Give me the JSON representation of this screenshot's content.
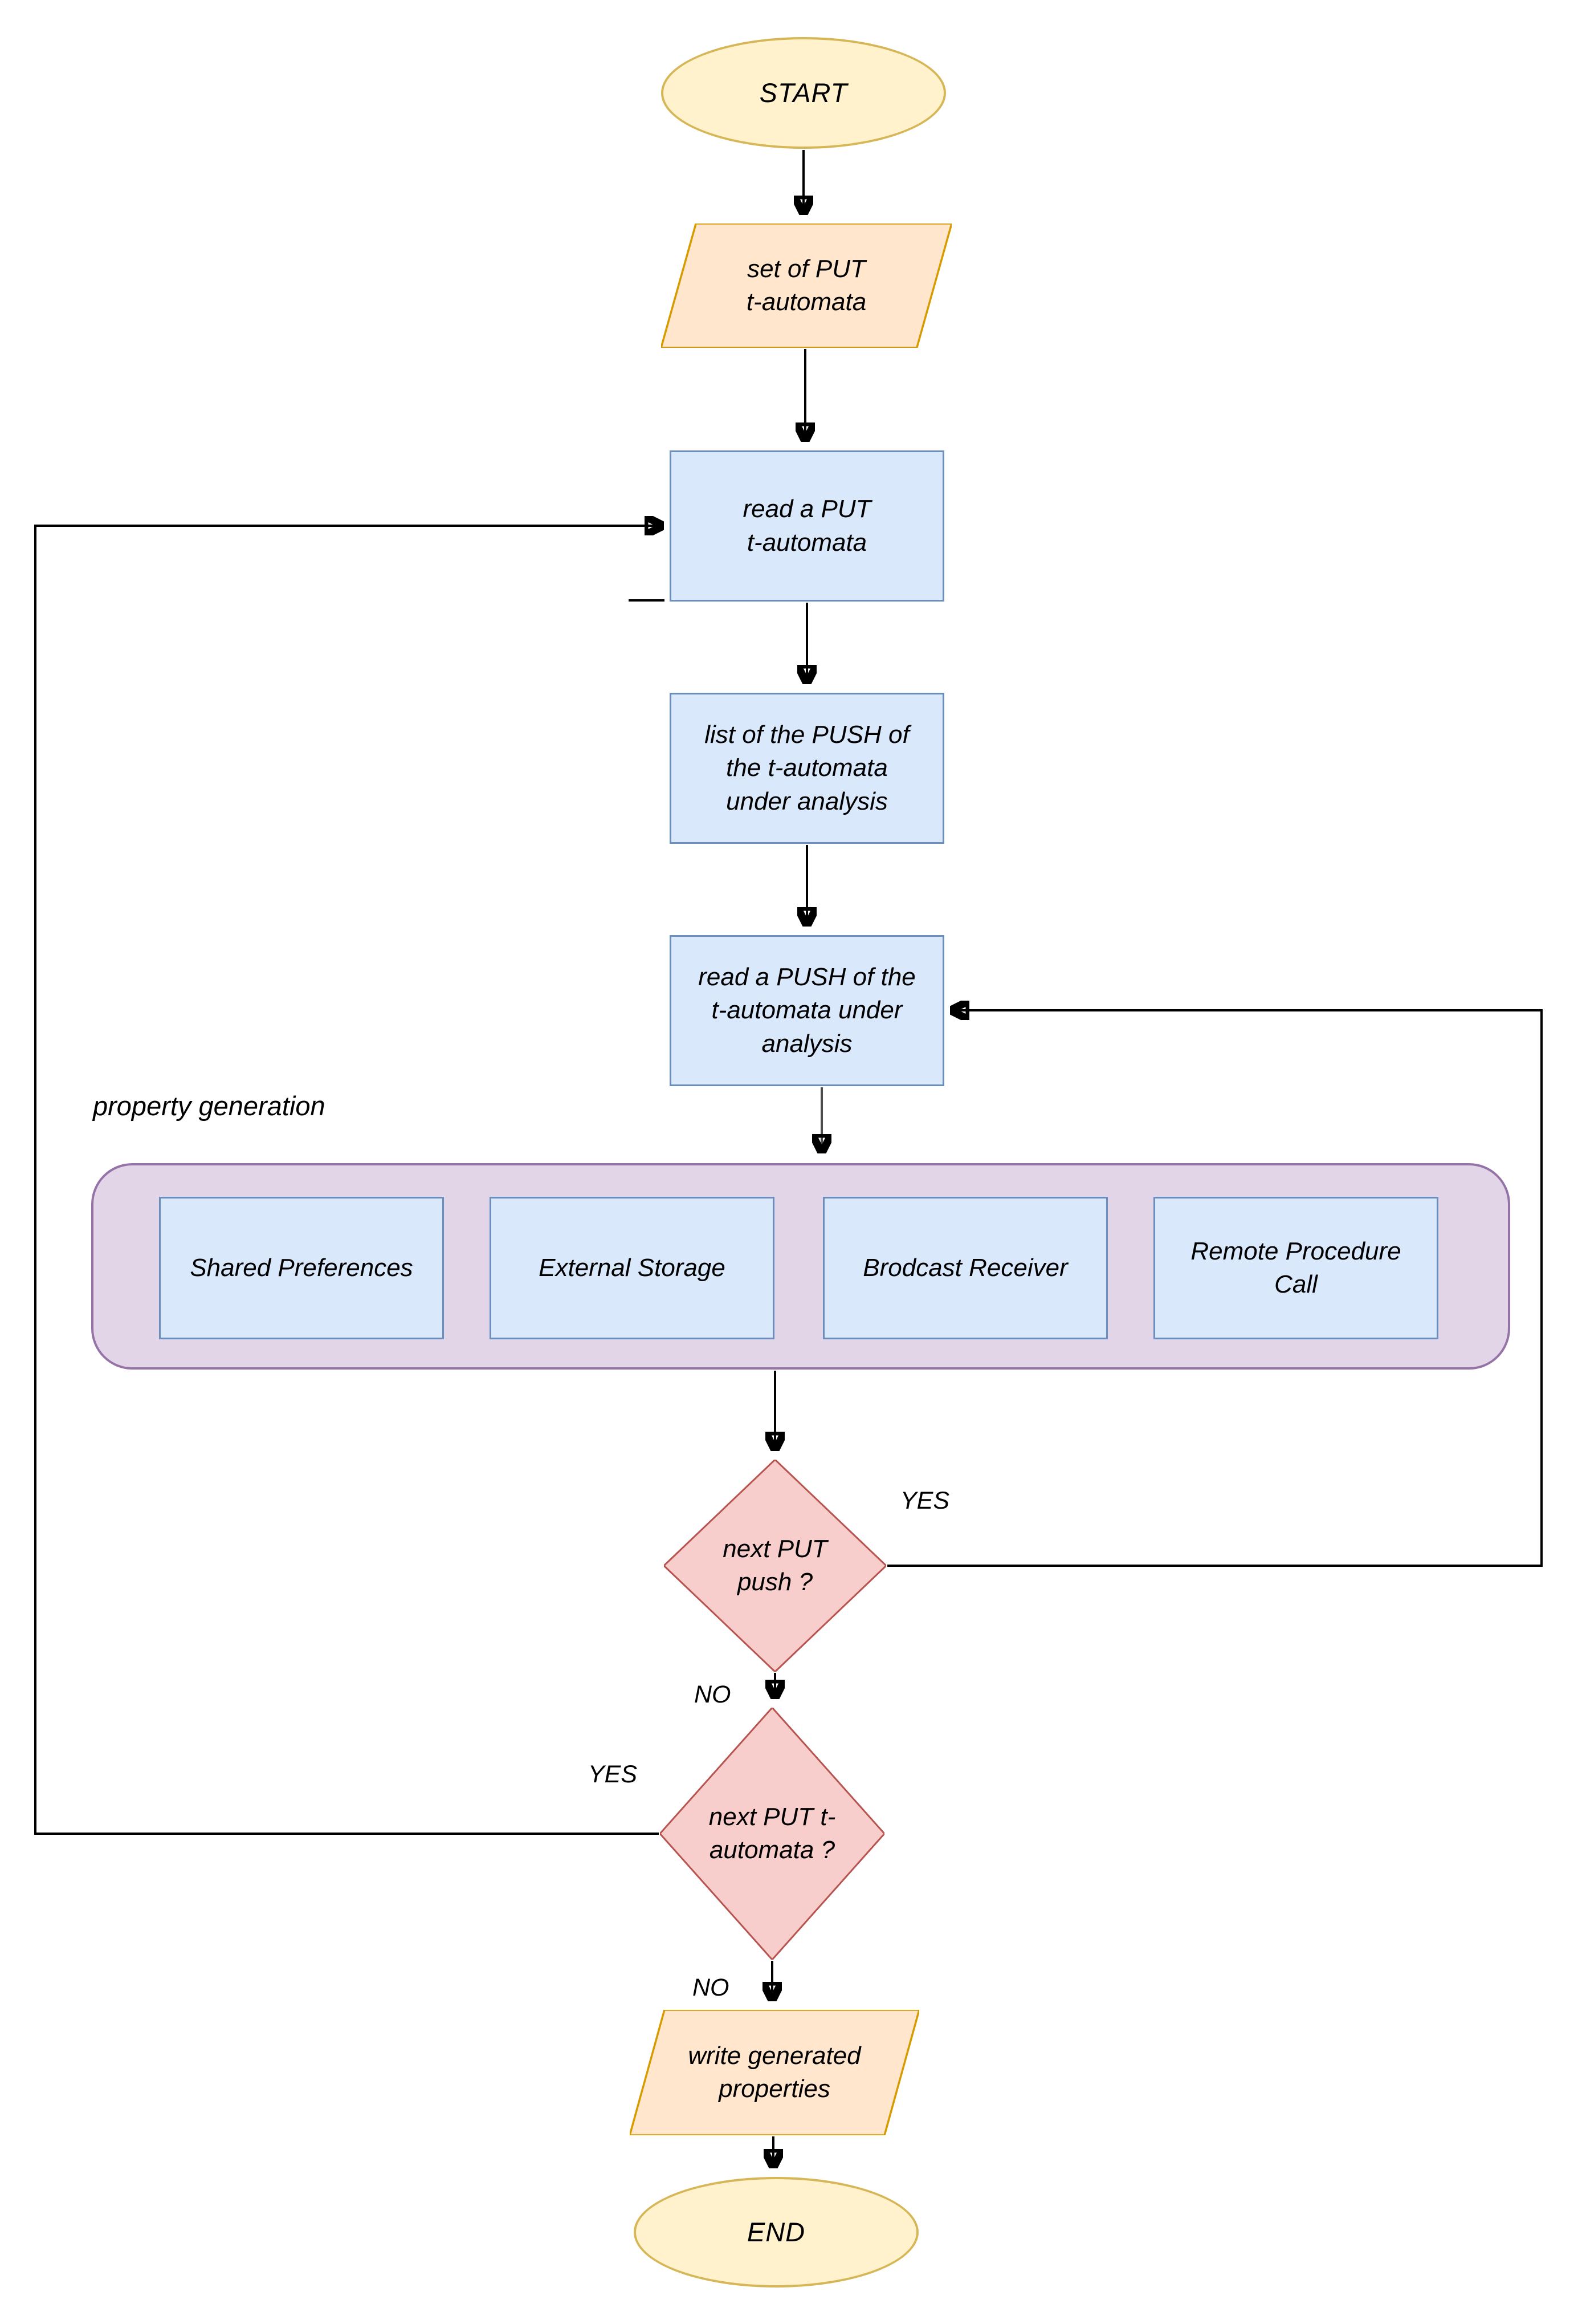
{
  "colors": {
    "terminator_fill": "#FFF2CC",
    "terminator_stroke": "#D6B656",
    "io_fill": "#FFE6CC",
    "io_stroke": "#D79B00",
    "process_fill": "#DAE8FC",
    "process_stroke": "#6C8EBF",
    "group_fill": "#E1D5E7",
    "group_stroke": "#9673A6",
    "decision_fill": "#F8CECC",
    "decision_stroke": "#B85450",
    "edge": "#000000",
    "edge_muted": "#4D4D4D"
  },
  "flowchart": {
    "group_label": "property generation",
    "nodes": {
      "start": {
        "label": "START"
      },
      "set_of_put": {
        "label": "set of PUT\nt-automata"
      },
      "read_put": {
        "label": "read a PUT\nt-automata"
      },
      "list_push": {
        "label": "list of the PUSH of\nthe t-automata\nunder analysis"
      },
      "read_push": {
        "label": "read a PUSH of the\nt-automata under\nanalysis"
      },
      "shared_preferences": {
        "label": "Shared Preferences"
      },
      "external_storage": {
        "label": "External Storage"
      },
      "brodcast_receiver": {
        "label": "Brodcast Receiver"
      },
      "remote_procedure_call": {
        "label": "Remote Procedure\nCall"
      },
      "next_put_push": {
        "label": "next PUT\npush ?"
      },
      "next_put_tautomata": {
        "label": "next PUT t-\nautomata ?"
      },
      "write_properties": {
        "label": "write generated\nproperties"
      },
      "end": {
        "label": "END"
      }
    },
    "edge_labels": {
      "push_yes": "YES",
      "push_no": "NO",
      "tautomata_yes": "YES",
      "tautomata_no": "NO"
    }
  }
}
